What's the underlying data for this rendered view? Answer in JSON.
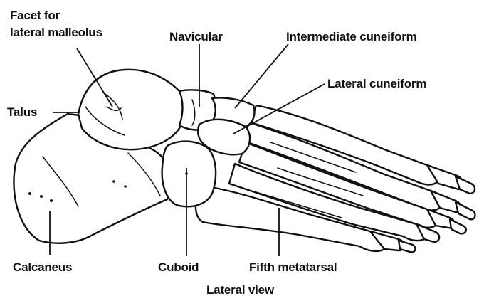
{
  "labels": {
    "facet_line1": "Facet for",
    "facet_line2": "lateral malleolus",
    "navicular": "Navicular",
    "intermediate_cuneiform": "Intermediate cuneiform",
    "lateral_cuneiform": "Lateral cuneiform",
    "talus": "Talus",
    "calcaneus": "Calcaneus",
    "cuboid": "Cuboid",
    "fifth_metatarsal": "Fifth metatarsal"
  },
  "caption": "Lateral view"
}
